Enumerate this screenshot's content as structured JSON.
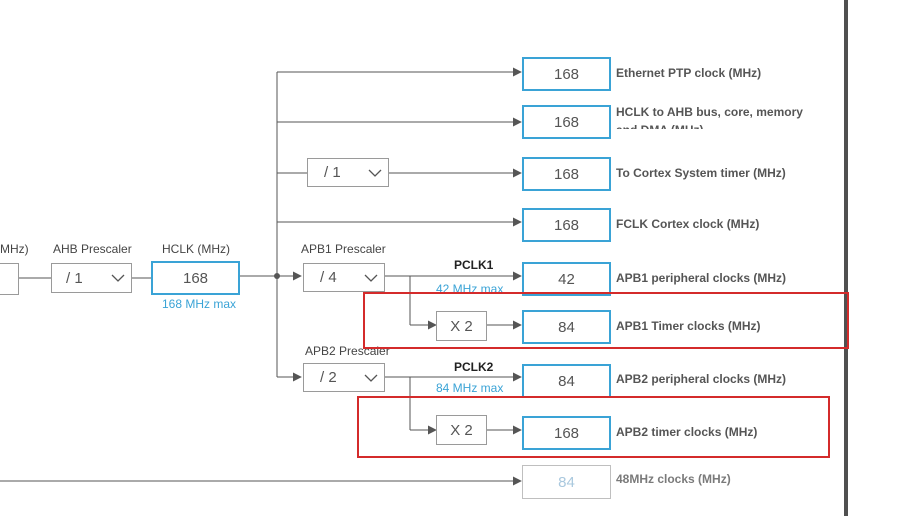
{
  "left_labels": {
    "input_clock_partial": "MHz)",
    "ahb_prescaler": "AHB Prescaler",
    "hclk": "HCLK (MHz)",
    "hclk_max": "168 MHz max",
    "apb1_prescaler": "APB1 Prescaler",
    "apb2_prescaler": "APB2 Prescaler",
    "pclk1": "PCLK1",
    "pclk1_max": "42 MHz max",
    "pclk2": "PCLK2",
    "pclk2_max": "84 MHz max"
  },
  "prescalers": {
    "ahb": "/ 1",
    "apb1": "/ 4",
    "apb2": "/ 2",
    "systick": "/ 1"
  },
  "hclk_value": "168",
  "multipliers": {
    "apb1_timer": "X 2",
    "apb2_timer": "X 2"
  },
  "outputs": [
    {
      "value": "168",
      "label": "Ethernet PTP clock (MHz)"
    },
    {
      "value": "168",
      "label": "HCLK to AHB bus, core, memory and DMA (MHz)"
    },
    {
      "value": "168",
      "label": "To Cortex System timer (MHz)"
    },
    {
      "value": "168",
      "label": "FCLK Cortex clock (MHz)"
    },
    {
      "value": "42",
      "label": "APB1 peripheral clocks (MHz)"
    },
    {
      "value": "84",
      "label": "APB1 Timer clocks (MHz)"
    },
    {
      "value": "84",
      "label": "APB2 peripheral clocks (MHz)"
    },
    {
      "value": "168",
      "label": "APB2 timer clocks (MHz)"
    },
    {
      "value": "84",
      "label": "48MHz clocks (MHz)"
    }
  ],
  "colors": {
    "value_box_border": "#3aa3d6",
    "highlight": "#d42b2b",
    "wire": "#555555"
  },
  "icons": {
    "dropdown": "chevron-down-icon",
    "arrow": "arrow-right-icon"
  }
}
